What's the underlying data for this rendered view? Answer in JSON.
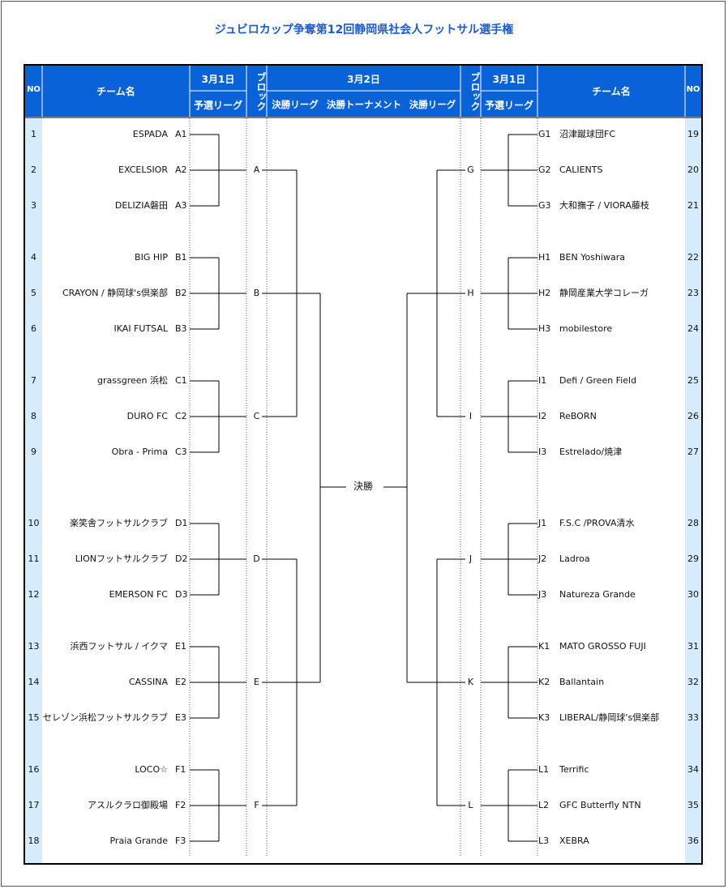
{
  "title": "ジュビロカップ争奪第12回静岡県社会人フットサル選手権",
  "colors": {
    "header": "#0a62d8",
    "side_column": "#d6ecfd",
    "title": "#1a5bd6",
    "lines": "#000000"
  },
  "header": {
    "no": "NO",
    "team_name": "チーム名",
    "date_left": "3月1日",
    "date_center": "3月2日",
    "date_right": "3月1日",
    "prelim_left": "予選リーグ",
    "prelim_right": "予選リーグ",
    "block": "ブロック",
    "final_league_left": "決勝リーグ",
    "final_tournament": "決勝トーナメント",
    "final_league_right": "決勝リーグ"
  },
  "final_label": "決勝",
  "left_blocks": [
    {
      "block": "A",
      "teams": [
        {
          "no": "1",
          "name": "ESPADA",
          "seed": "A1"
        },
        {
          "no": "2",
          "name": "EXCELSIOR",
          "seed": "A2"
        },
        {
          "no": "3",
          "name": "DELIZIA磐田",
          "seed": "A3"
        }
      ]
    },
    {
      "block": "B",
      "teams": [
        {
          "no": "4",
          "name": "BIG HIP",
          "seed": "B1"
        },
        {
          "no": "5",
          "name": "CRAYON / 静岡球's倶楽部",
          "seed": "B2"
        },
        {
          "no": "6",
          "name": "IKAI FUTSAL",
          "seed": "B3"
        }
      ]
    },
    {
      "block": "C",
      "teams": [
        {
          "no": "7",
          "name": "grassgreen 浜松",
          "seed": "C1"
        },
        {
          "no": "8",
          "name": "DURO FC",
          "seed": "C2"
        },
        {
          "no": "9",
          "name": "Obra - Prima",
          "seed": "C3"
        }
      ]
    },
    {
      "block": "D",
      "teams": [
        {
          "no": "10",
          "name": "楽笑舎フットサルクラブ",
          "seed": "D1"
        },
        {
          "no": "11",
          "name": "LIONフットサルクラブ",
          "seed": "D2"
        },
        {
          "no": "12",
          "name": "EMERSON FC",
          "seed": "D3"
        }
      ]
    },
    {
      "block": "E",
      "teams": [
        {
          "no": "13",
          "name": "浜西フットサル / イクマ",
          "seed": "E1"
        },
        {
          "no": "14",
          "name": "CASSINA",
          "seed": "E2"
        },
        {
          "no": "15",
          "name": "セレゾン浜松フットサルクラブ",
          "seed": "E3"
        }
      ]
    },
    {
      "block": "F",
      "teams": [
        {
          "no": "16",
          "name": "LOCO☆",
          "seed": "F1"
        },
        {
          "no": "17",
          "name": "アスルクラロ御殿場",
          "seed": "F2"
        },
        {
          "no": "18",
          "name": "Praia Grande",
          "seed": "F3"
        }
      ]
    }
  ],
  "right_blocks": [
    {
      "block": "G",
      "teams": [
        {
          "no": "19",
          "name": "沼津蹴球団FC",
          "seed": "G1"
        },
        {
          "no": "20",
          "name": "CALIENTS",
          "seed": "G2"
        },
        {
          "no": "21",
          "name": "大和撫子 / VIORA藤枝",
          "seed": "G3"
        }
      ]
    },
    {
      "block": "H",
      "teams": [
        {
          "no": "22",
          "name": "BEN Yoshiwara",
          "seed": "H1"
        },
        {
          "no": "23",
          "name": "静岡産業大学コレーガ",
          "seed": "H2"
        },
        {
          "no": "24",
          "name": "mobilestore",
          "seed": "H3"
        }
      ]
    },
    {
      "block": "I",
      "teams": [
        {
          "no": "25",
          "name": "Defi / Green Field",
          "seed": "I1"
        },
        {
          "no": "26",
          "name": "ReBORN",
          "seed": "I2"
        },
        {
          "no": "27",
          "name": "Estrelado/焼津",
          "seed": "I3"
        }
      ]
    },
    {
      "block": "J",
      "teams": [
        {
          "no": "28",
          "name": "F.S.C  /PROVA清水",
          "seed": "J1"
        },
        {
          "no": "29",
          "name": "Ladroa",
          "seed": "J2"
        },
        {
          "no": "30",
          "name": "Natureza Grande",
          "seed": "J3"
        }
      ]
    },
    {
      "block": "K",
      "teams": [
        {
          "no": "31",
          "name": "MATO GROSSO FUJI",
          "seed": "K1"
        },
        {
          "no": "32",
          "name": "Ballantain",
          "seed": "K2"
        },
        {
          "no": "33",
          "name": "LIBERAL/静岡球's倶楽部",
          "seed": "K3"
        }
      ]
    },
    {
      "block": "L",
      "teams": [
        {
          "no": "34",
          "name": "Terrific",
          "seed": "L1"
        },
        {
          "no": "35",
          "name": "GFC Butterfly NTN",
          "seed": "L2"
        },
        {
          "no": "36",
          "name": "XEBRA",
          "seed": "L3"
        }
      ]
    }
  ]
}
